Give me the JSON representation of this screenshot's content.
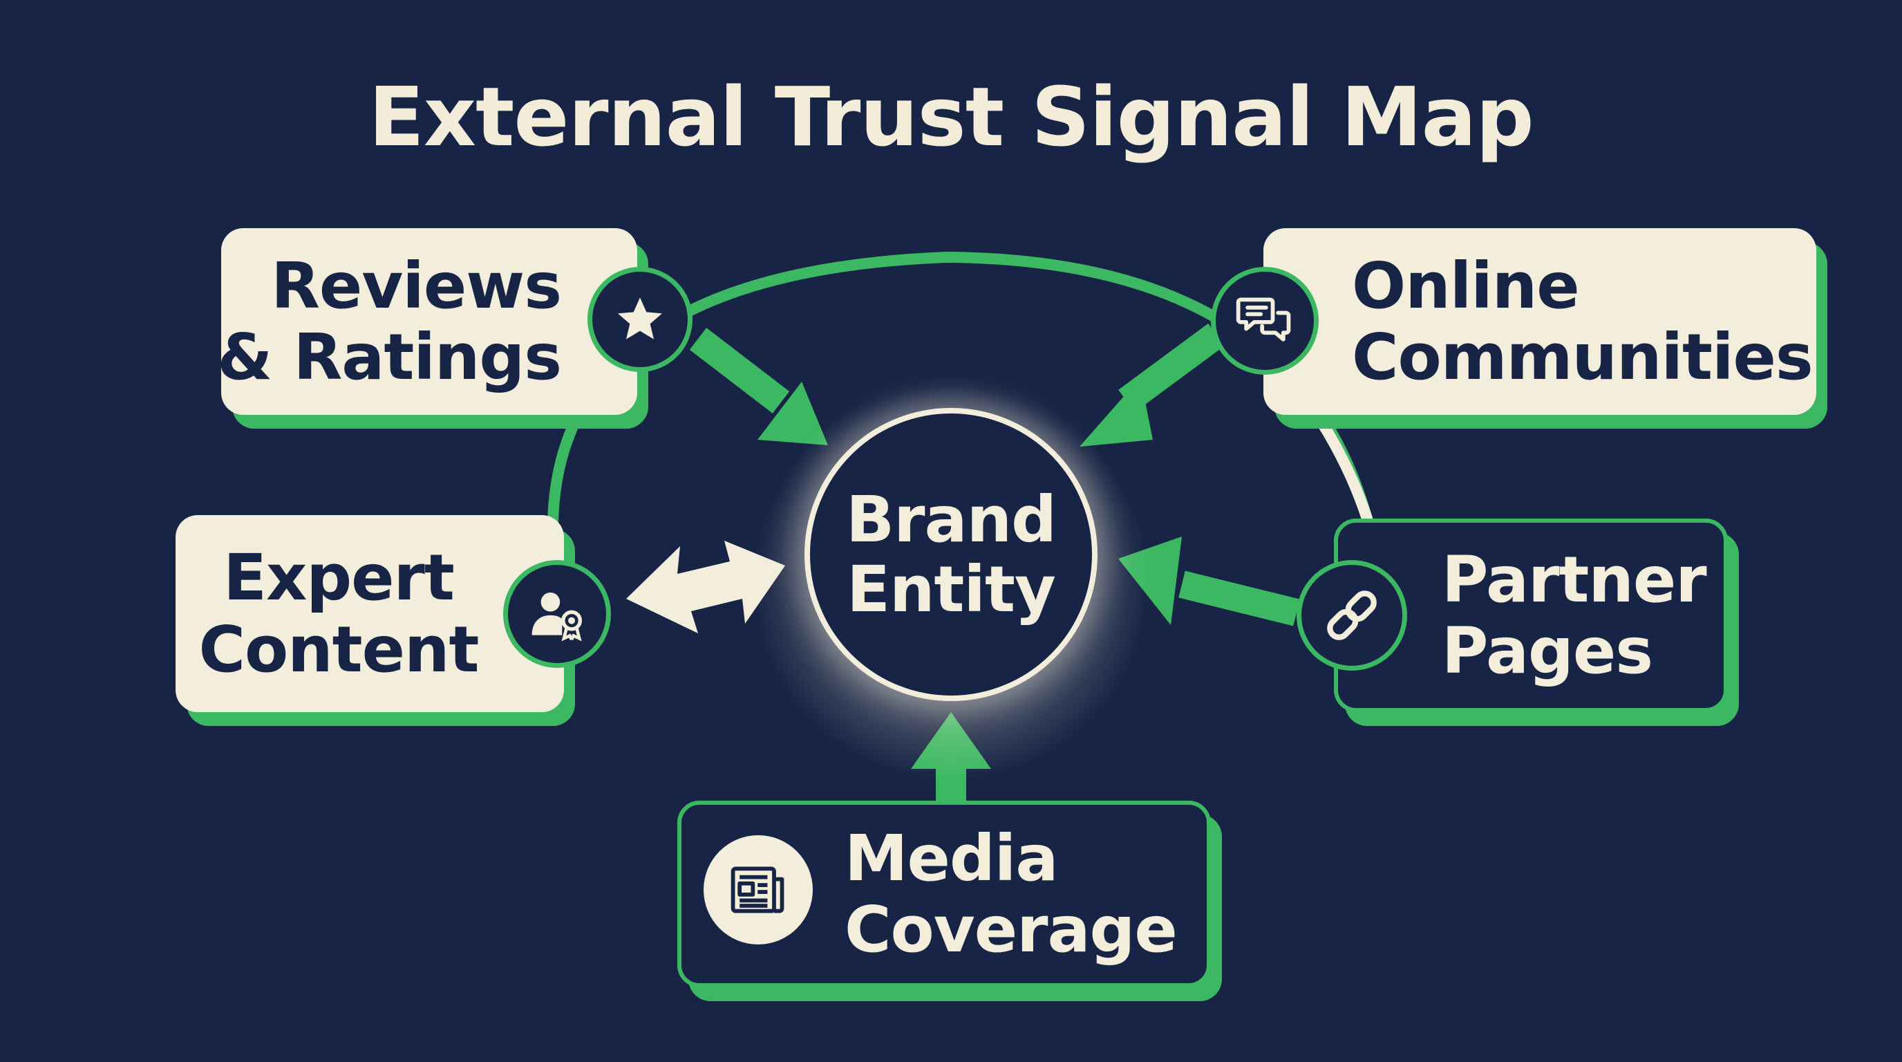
{
  "title": "External Trust Signal Map",
  "center": {
    "line1": "Brand",
    "line2": "Entity"
  },
  "nodes": {
    "reviews": {
      "line1": "Reviews",
      "line2": "& Ratings",
      "icon": "star-icon"
    },
    "online": {
      "line1": "Online",
      "line2": "Communities",
      "icon": "chat-bubbles-icon"
    },
    "expert": {
      "line1": "Expert",
      "line2": "Content",
      "icon": "expert-badge-icon"
    },
    "partner": {
      "line1": "Partner",
      "line2": "Pages",
      "icon": "link-icon"
    },
    "media": {
      "line1": "Media",
      "line2": "Coverage",
      "icon": "newspaper-icon"
    }
  },
  "colors": {
    "background": "#172445",
    "cream": "#f3eedb",
    "green": "#3cb862"
  }
}
